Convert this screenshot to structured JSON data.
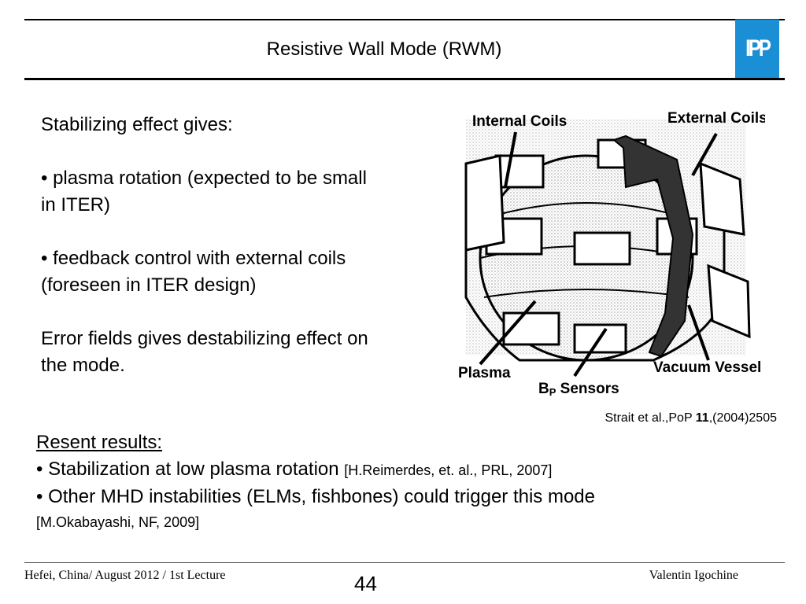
{
  "title": "Resistive Wall Mode (RWM)",
  "logo_text": "IPP",
  "left": {
    "intro": "Stabilizing effect gives:",
    "bullet1": "• plasma rotation (expected to be small in ITER)",
    "bullet2": "• feedback control with external coils (foreseen in ITER design)",
    "closing": "Error fields gives destabilizing effect on the mode."
  },
  "figure": {
    "labels": {
      "internal_coils": "Internal Coils",
      "external_coils": "External Coils",
      "plasma": "Plasma",
      "bp_sensors_main": "B",
      "bp_sensors_sub": "P",
      "bp_sensors_rest": " Sensors",
      "vacuum_vessel": "Vacuum Vessel"
    },
    "caption_prefix": "Strait et al.,PoP ",
    "caption_volume": "11",
    "caption_suffix": ",(2004)2505"
  },
  "results": {
    "heading": "Resent results:",
    "item1_text": "• Stabilization at low plasma rotation ",
    "item1_ref": "[H.Reimerdes, et. al., PRL, 2007]",
    "item2_text": "• Other MHD instabilities (ELMs, fishbones) could trigger this mode",
    "item2_ref": "[M.Okabayashi, NF, 2009]"
  },
  "footer": {
    "left": "Hefei, China/ August 2012 / 1st Lecture",
    "page": "44",
    "right": "Valentin Igochine"
  },
  "colors": {
    "logo_bg": "#1b8fd6"
  }
}
